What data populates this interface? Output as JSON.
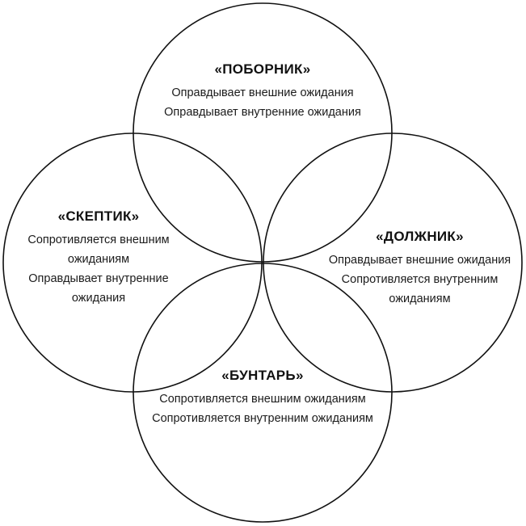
{
  "diagram": {
    "type": "venn-four-circles",
    "colors": {
      "background": "#ffffff",
      "stroke": "#111111",
      "text": "#111111"
    },
    "circles": [
      {
        "id": "upholder",
        "position": "top",
        "title": "«ПОБОРНИК»",
        "lines": [
          "Оправдывает внешние ожидания",
          "Оправдывает внутренние ожидания"
        ]
      },
      {
        "id": "questioner",
        "position": "left",
        "title": "«СКЕПТИК»",
        "lines": [
          "Сопротивляется внешним ожиданиям",
          "Оправдывает внутренние ожидания"
        ]
      },
      {
        "id": "obliger",
        "position": "right",
        "title": "«ДОЛЖНИК»",
        "lines": [
          "Оправдывает внешние ожидания",
          "Сопротивляется внутренним ожиданиям"
        ]
      },
      {
        "id": "rebel",
        "position": "bottom",
        "title": "«БУНТАРЬ»",
        "lines": [
          "Сопротивляется внешним ожиданиям",
          "Сопротивляется внутренним ожиданиям"
        ]
      }
    ]
  }
}
